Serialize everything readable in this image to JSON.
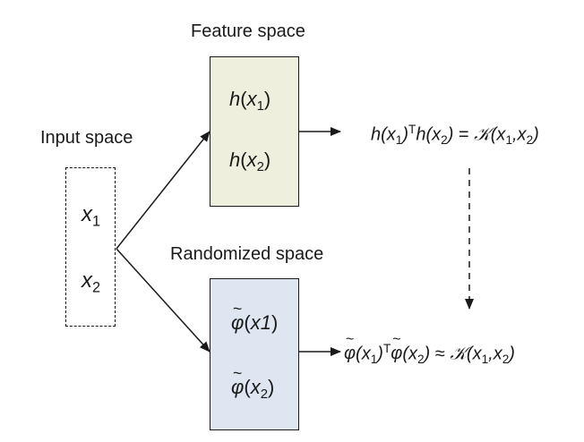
{
  "labels": {
    "feature_space": "Feature space",
    "input_space": "Input space",
    "randomized_space": "Randomized space"
  },
  "feature_box": {
    "item1": {
      "fn": "h",
      "arg": "x",
      "sub": "1"
    },
    "item2": {
      "fn": "h",
      "arg": "x",
      "sub": "2"
    }
  },
  "input_box": {
    "item1": {
      "var": "x",
      "sub": "1"
    },
    "item2": {
      "var": "x",
      "sub": "2"
    }
  },
  "random_box": {
    "item1": {
      "fn": "φ",
      "arg": "x1"
    },
    "item2": {
      "fn": "φ",
      "arg": "x",
      "sub": "2"
    }
  },
  "equations": {
    "exact": {
      "lhs_a": "h(x",
      "s1": "1",
      "mid": ")",
      "T": "T",
      "lhs_b": "h(x",
      "s2": "2",
      "close": ")",
      "op": " = ",
      "K": "𝒦",
      "args_a": "(x",
      "ks1": "1",
      "comma": ",x",
      "ks2": "2",
      "end": ")"
    },
    "approx": {
      "phi_a": "φ",
      "open_a": "(x",
      "s1": "1",
      "mid": ")",
      "T": "T",
      "phi_b": "φ",
      "open_b": "(x",
      "s2": "2",
      "close": ")",
      "op": " ≈ ",
      "K": "𝒦",
      "args_a": "(x",
      "ks1": "1",
      "comma": ",x",
      "ks2": "2",
      "end": ")"
    }
  }
}
